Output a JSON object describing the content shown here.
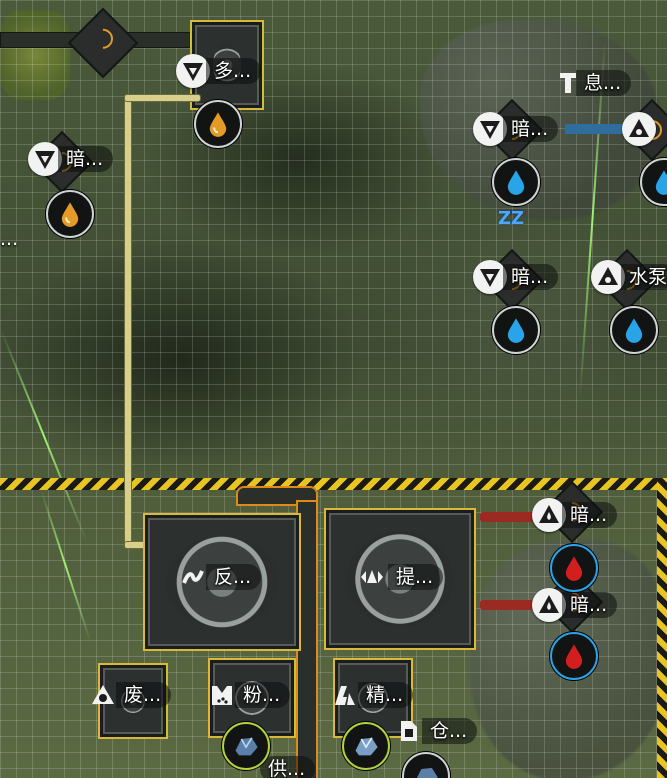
{
  "labels": {
    "top_center_machine": "多...",
    "left_node": "暗...",
    "top_right_node": "暗...",
    "top_right_info": "息...",
    "right_node_middle": "暗...",
    "right_pump": "水泵",
    "reactor": "反...",
    "extractor": "提...",
    "red_node_1": "暗...",
    "red_node_2": "暗...",
    "waste": "废...",
    "powder": "粉...",
    "refine": "精...",
    "storage": "仓...",
    "supply": "供...",
    "edge_left_dots": "..."
  },
  "icons": {
    "dark_filter": "dark-filter-icon",
    "triangle_drop": "triangle-drop-icon",
    "reactor": "reactor-icon",
    "extractor": "extractor-icon",
    "waste": "waste-icon",
    "powder": "powder-icon",
    "refine": "refine-icon",
    "storage": "storage-icon",
    "info": "info-icon",
    "amber_drop": "amber-drop-icon",
    "blue_drop": "blue-drop-icon",
    "red_drop": "red-drop-icon",
    "ore": "ore-icon",
    "sleep": "sleep-icon"
  },
  "colors": {
    "hazard_yellow": "#e8c521",
    "water_blue": "#2aa4e8",
    "oil_amber": "#e39a26",
    "blood_red": "#d11f1f",
    "ore_green_ring": "#b5d23a"
  },
  "status": {
    "sleep": "ZZ"
  }
}
